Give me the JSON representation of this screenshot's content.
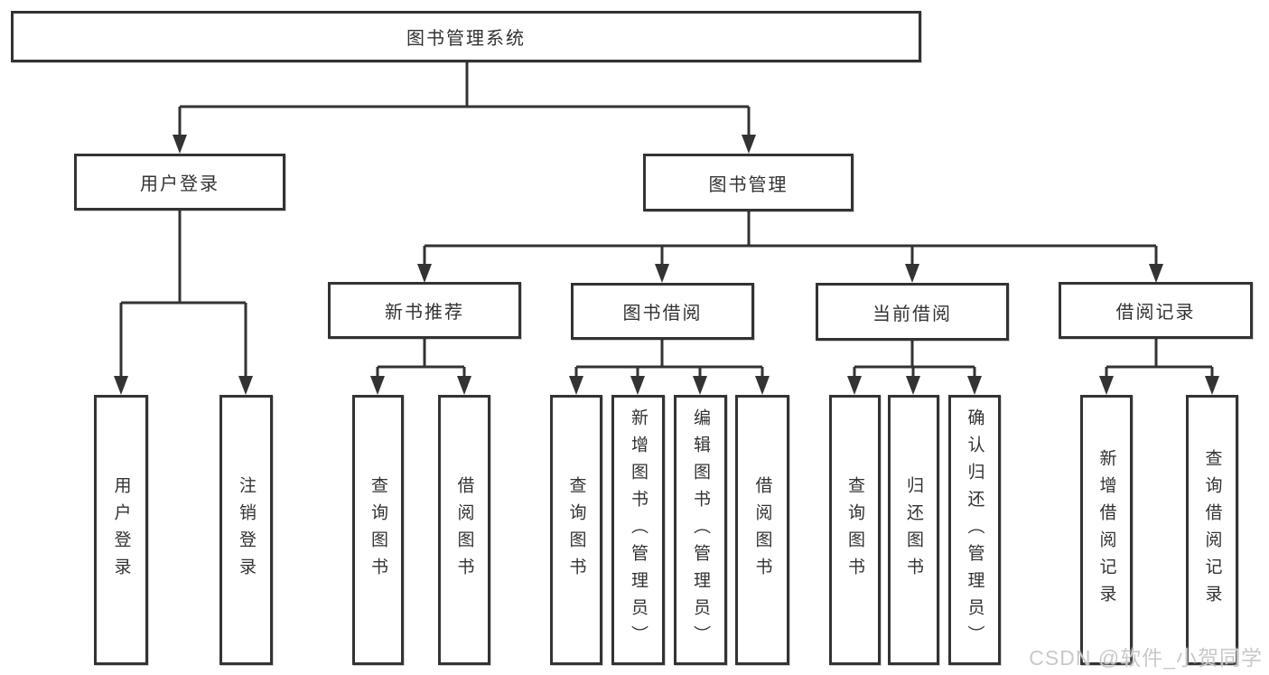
{
  "watermark": "CSDN @软件_小贺同学",
  "colors": {
    "line": "#333333",
    "box_border": "#333333",
    "text": "#333333",
    "background": "#ffffff",
    "watermark": "#c9c9c9"
  },
  "nodes": {
    "root": "图书管理系统",
    "user_login": "用户登录",
    "book_mgmt": "图书管理",
    "new_book_rec": "新书推荐",
    "book_borrow": "图书借阅",
    "current_borrow": "当前借阅",
    "borrow_records": "借阅记录",
    "ul_login": "用户登录",
    "ul_logout": "注销登录",
    "nbr_query": "查询图书",
    "nbr_borrow": "借阅图书",
    "bb_query": "查询图书",
    "bb_add": "新增图书（管理员）",
    "bb_edit": "编辑图书（管理员）",
    "bb_borrow": "借阅图书",
    "cb_query": "查询图书",
    "cb_return": "归还图书",
    "cb_confirm": "确认归还（管理员）",
    "br_add": "新增借阅记录",
    "br_query": "查询借阅记录"
  },
  "hierarchy": {
    "图书管理系统": {
      "用户登录": [
        "用户登录",
        "注销登录"
      ],
      "图书管理": {
        "新书推荐": [
          "查询图书",
          "借阅图书"
        ],
        "图书借阅": [
          "查询图书",
          "新增图书（管理员）",
          "编辑图书（管理员）",
          "借阅图书"
        ],
        "当前借阅": [
          "查询图书",
          "归还图书",
          "确认归还（管理员）"
        ],
        "借阅记录": [
          "新增借阅记录",
          "查询借阅记录"
        ]
      }
    }
  }
}
